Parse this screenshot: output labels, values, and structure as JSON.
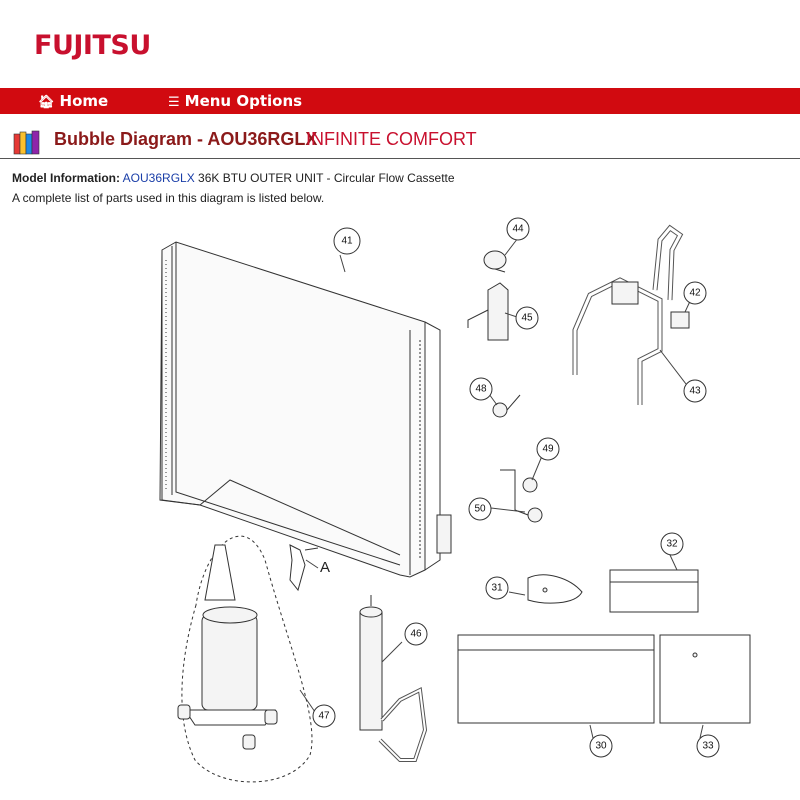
{
  "brand": {
    "logo_text": "FUJITSU",
    "color": "#c8102e"
  },
  "nav": {
    "home_label": "Home",
    "menu_label": "Menu Options",
    "bar_color": "#d10a10"
  },
  "page": {
    "title": "Bubble Diagram - AOU36RGLX",
    "subtitle": "INFINITE COMFORT"
  },
  "model": {
    "label": "Model Information:",
    "model_link": "AOU36RGLX",
    "description": "36K BTU OUTER UNIT - Circular Flow Cassette"
  },
  "parts_note": "A complete list of parts used in this diagram is listed below.",
  "diagram": {
    "bubbles": [
      "41",
      "44",
      "45",
      "42",
      "43",
      "48",
      "49",
      "50",
      "32",
      "31",
      "46",
      "47",
      "30",
      "33"
    ],
    "callout_letter": "A"
  }
}
